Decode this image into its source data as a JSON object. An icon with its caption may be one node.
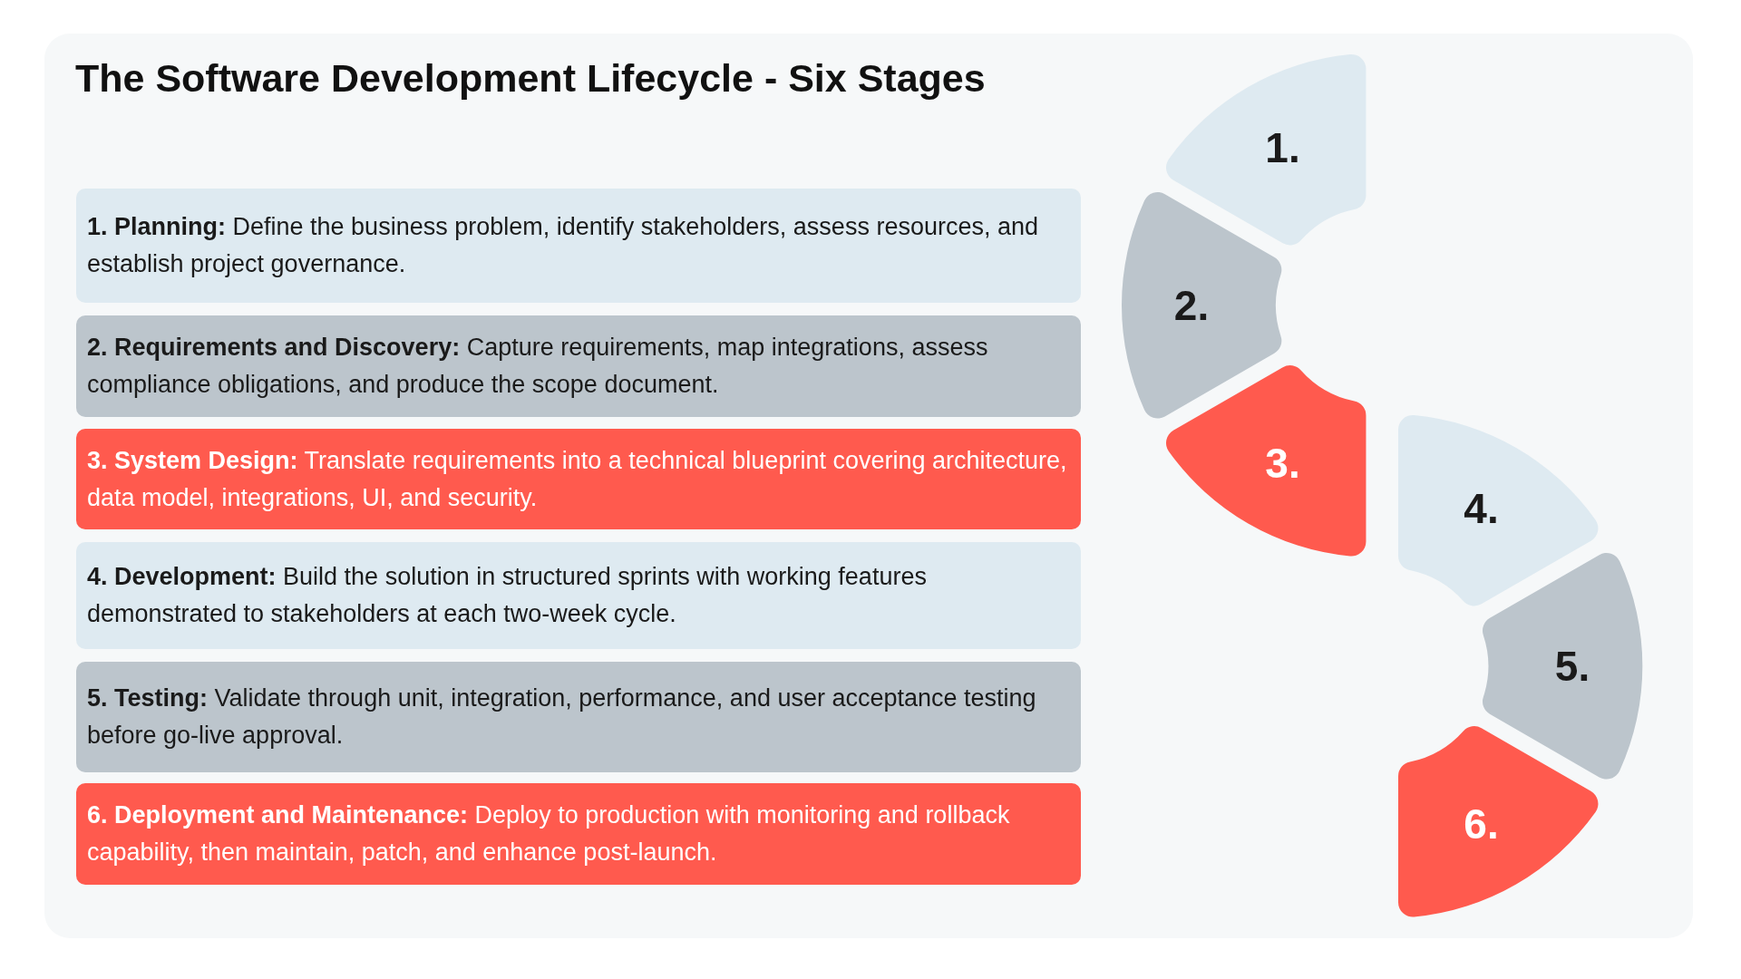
{
  "diagram": {
    "title": "The Software Development Lifecycle - Six Stages",
    "nodes": [
      {
        "text": [
          "**1. Planning:** Define the business problem, identify stakeholders, assess resources, and establish project governance."
        ]
      },
      {
        "text": [
          "**2. Requirements and Discovery:** Capture requirements, map integrations, assess compliance obligations, and produce the scope document."
        ]
      },
      {
        "text": [
          "**3. System Design:** Translate requirements into a technical blueprint covering architecture, data model, integrations, UI, and security."
        ]
      },
      {
        "text": [
          "**4. Development:** Build the solution in structured sprints with working features demonstrated to stakeholders at each two-week cycle."
        ]
      },
      {
        "text": [
          "**5. Testing:** Validate through unit, integration, performance, and user acceptance testing before go-live approval."
        ]
      },
      {
        "text": [
          "**6. Deployment and Maintenance:** Deploy to production with monitoring and rollback capability, then maintain, patch, and enhance post-launch."
        ]
      },
      {
        "text": [
          "1."
        ]
      },
      {
        "text": [
          "2."
        ]
      },
      {
        "text": [
          "3."
        ]
      },
      {
        "text": [
          "4."
        ]
      },
      {
        "text": [
          "5."
        ]
      },
      {
        "text": [
          "6."
        ]
      }
    ]
  }
}
